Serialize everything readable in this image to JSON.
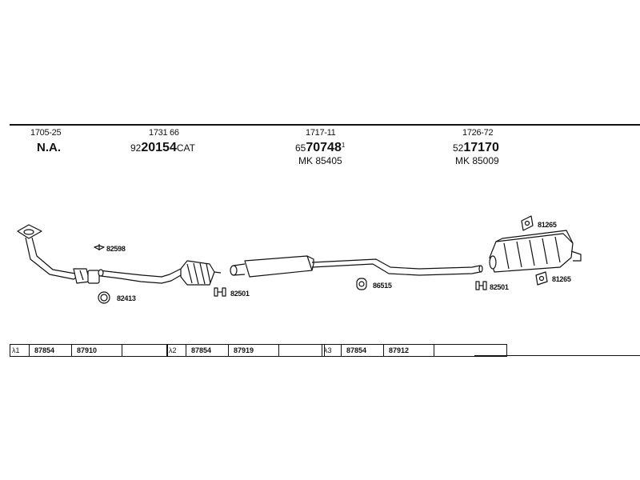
{
  "header_columns": [
    {
      "part_no": "1705-25",
      "main": "N.A."
    },
    {
      "part_no": "1731 66",
      "code_prefix": "92",
      "code_bold": "20154",
      "code_suffix": "CAT"
    },
    {
      "part_no": "1717-11",
      "code_prefix": "65",
      "code_bold": "70748",
      "code_suffix": "1",
      "mk": "MK  85405"
    },
    {
      "part_no": "1726-72",
      "code_prefix": "52",
      "code_bold": "17170",
      "code_suffix": "",
      "mk": "MK  85009"
    }
  ],
  "callouts": {
    "front_gasket": "82598",
    "front_ring": "82413",
    "cat_clamp": "82501",
    "center_hanger": "86515",
    "rear_clamp": "82501",
    "rear_mount_top": "81265",
    "rear_mount_bottom": "81265"
  },
  "tables": [
    {
      "lambda": "λ1",
      "a": "87854",
      "b": "87910",
      "c": ""
    },
    {
      "lambda": "λ2",
      "a": "87854",
      "b": "87919",
      "c": ""
    },
    {
      "lambda": "λ3",
      "a": "87854",
      "b": "87912",
      "c": ""
    }
  ]
}
